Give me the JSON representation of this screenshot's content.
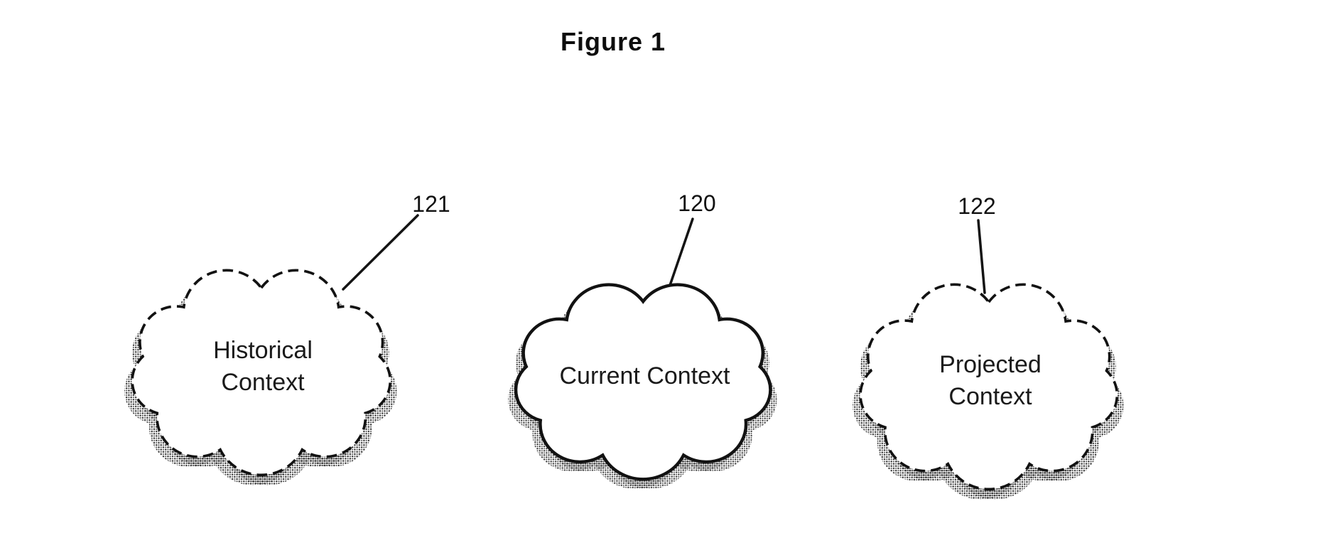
{
  "figure_title": "Figure 1",
  "clouds": [
    {
      "name": "historical-context",
      "text_lines": [
        "Historical",
        "Context"
      ],
      "ref_number": "121",
      "border_style": "dashed"
    },
    {
      "name": "current-context",
      "text_lines": [
        "Current Context"
      ],
      "ref_number": "120",
      "border_style": "solid"
    },
    {
      "name": "projected-context",
      "text_lines": [
        "Projected",
        "Context"
      ],
      "ref_number": "122",
      "border_style": "dashed"
    }
  ],
  "colors": {
    "ink": "#121212",
    "shadow_dots": "#3a3a3a",
    "background": "#ffffff"
  }
}
